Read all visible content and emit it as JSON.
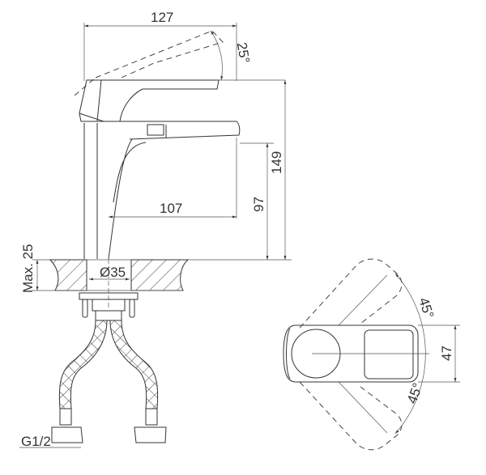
{
  "title": "Basin mixer faucet dimensional drawing",
  "dimensions": {
    "overall_depth": "127",
    "handle_angle": "25°",
    "total_height": "149",
    "spout_height": "97",
    "spout_reach": "107",
    "hole_diameter": "Ø35",
    "max_countertop": "Max. 25",
    "hose_thread": "G1/2",
    "rotation_left": "45°",
    "rotation_right": "45°",
    "base_width": "47"
  },
  "views": [
    "side-elevation",
    "top-plan"
  ],
  "colors": {
    "line": "#333333",
    "background": "#ffffff"
  }
}
